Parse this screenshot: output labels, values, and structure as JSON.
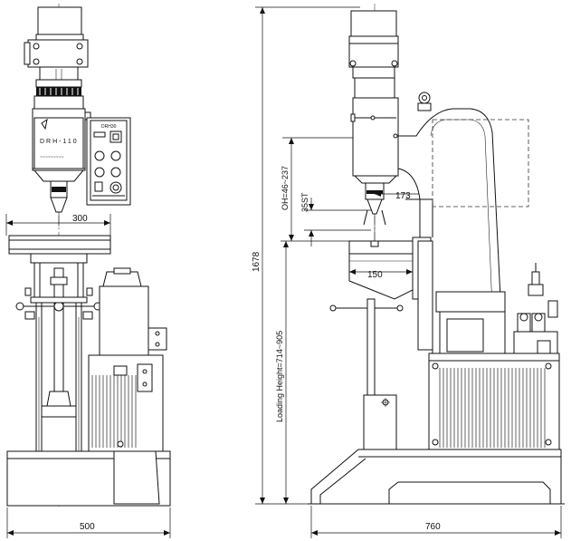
{
  "front_view": {
    "model_label": "DRH-110",
    "panel_title": "DRH30",
    "dimensions": {
      "width": "500",
      "table_reach": "300"
    }
  },
  "side_view": {
    "dimensions": {
      "overall_height": "1678",
      "depth": "760",
      "head_offset": "173",
      "table_size": "150",
      "stroke": "35ST",
      "oh": "OH=46~237",
      "loading_height": "Loading Height=714~905"
    }
  },
  "colors": {
    "line": "#111111",
    "background": "#ffffff"
  }
}
